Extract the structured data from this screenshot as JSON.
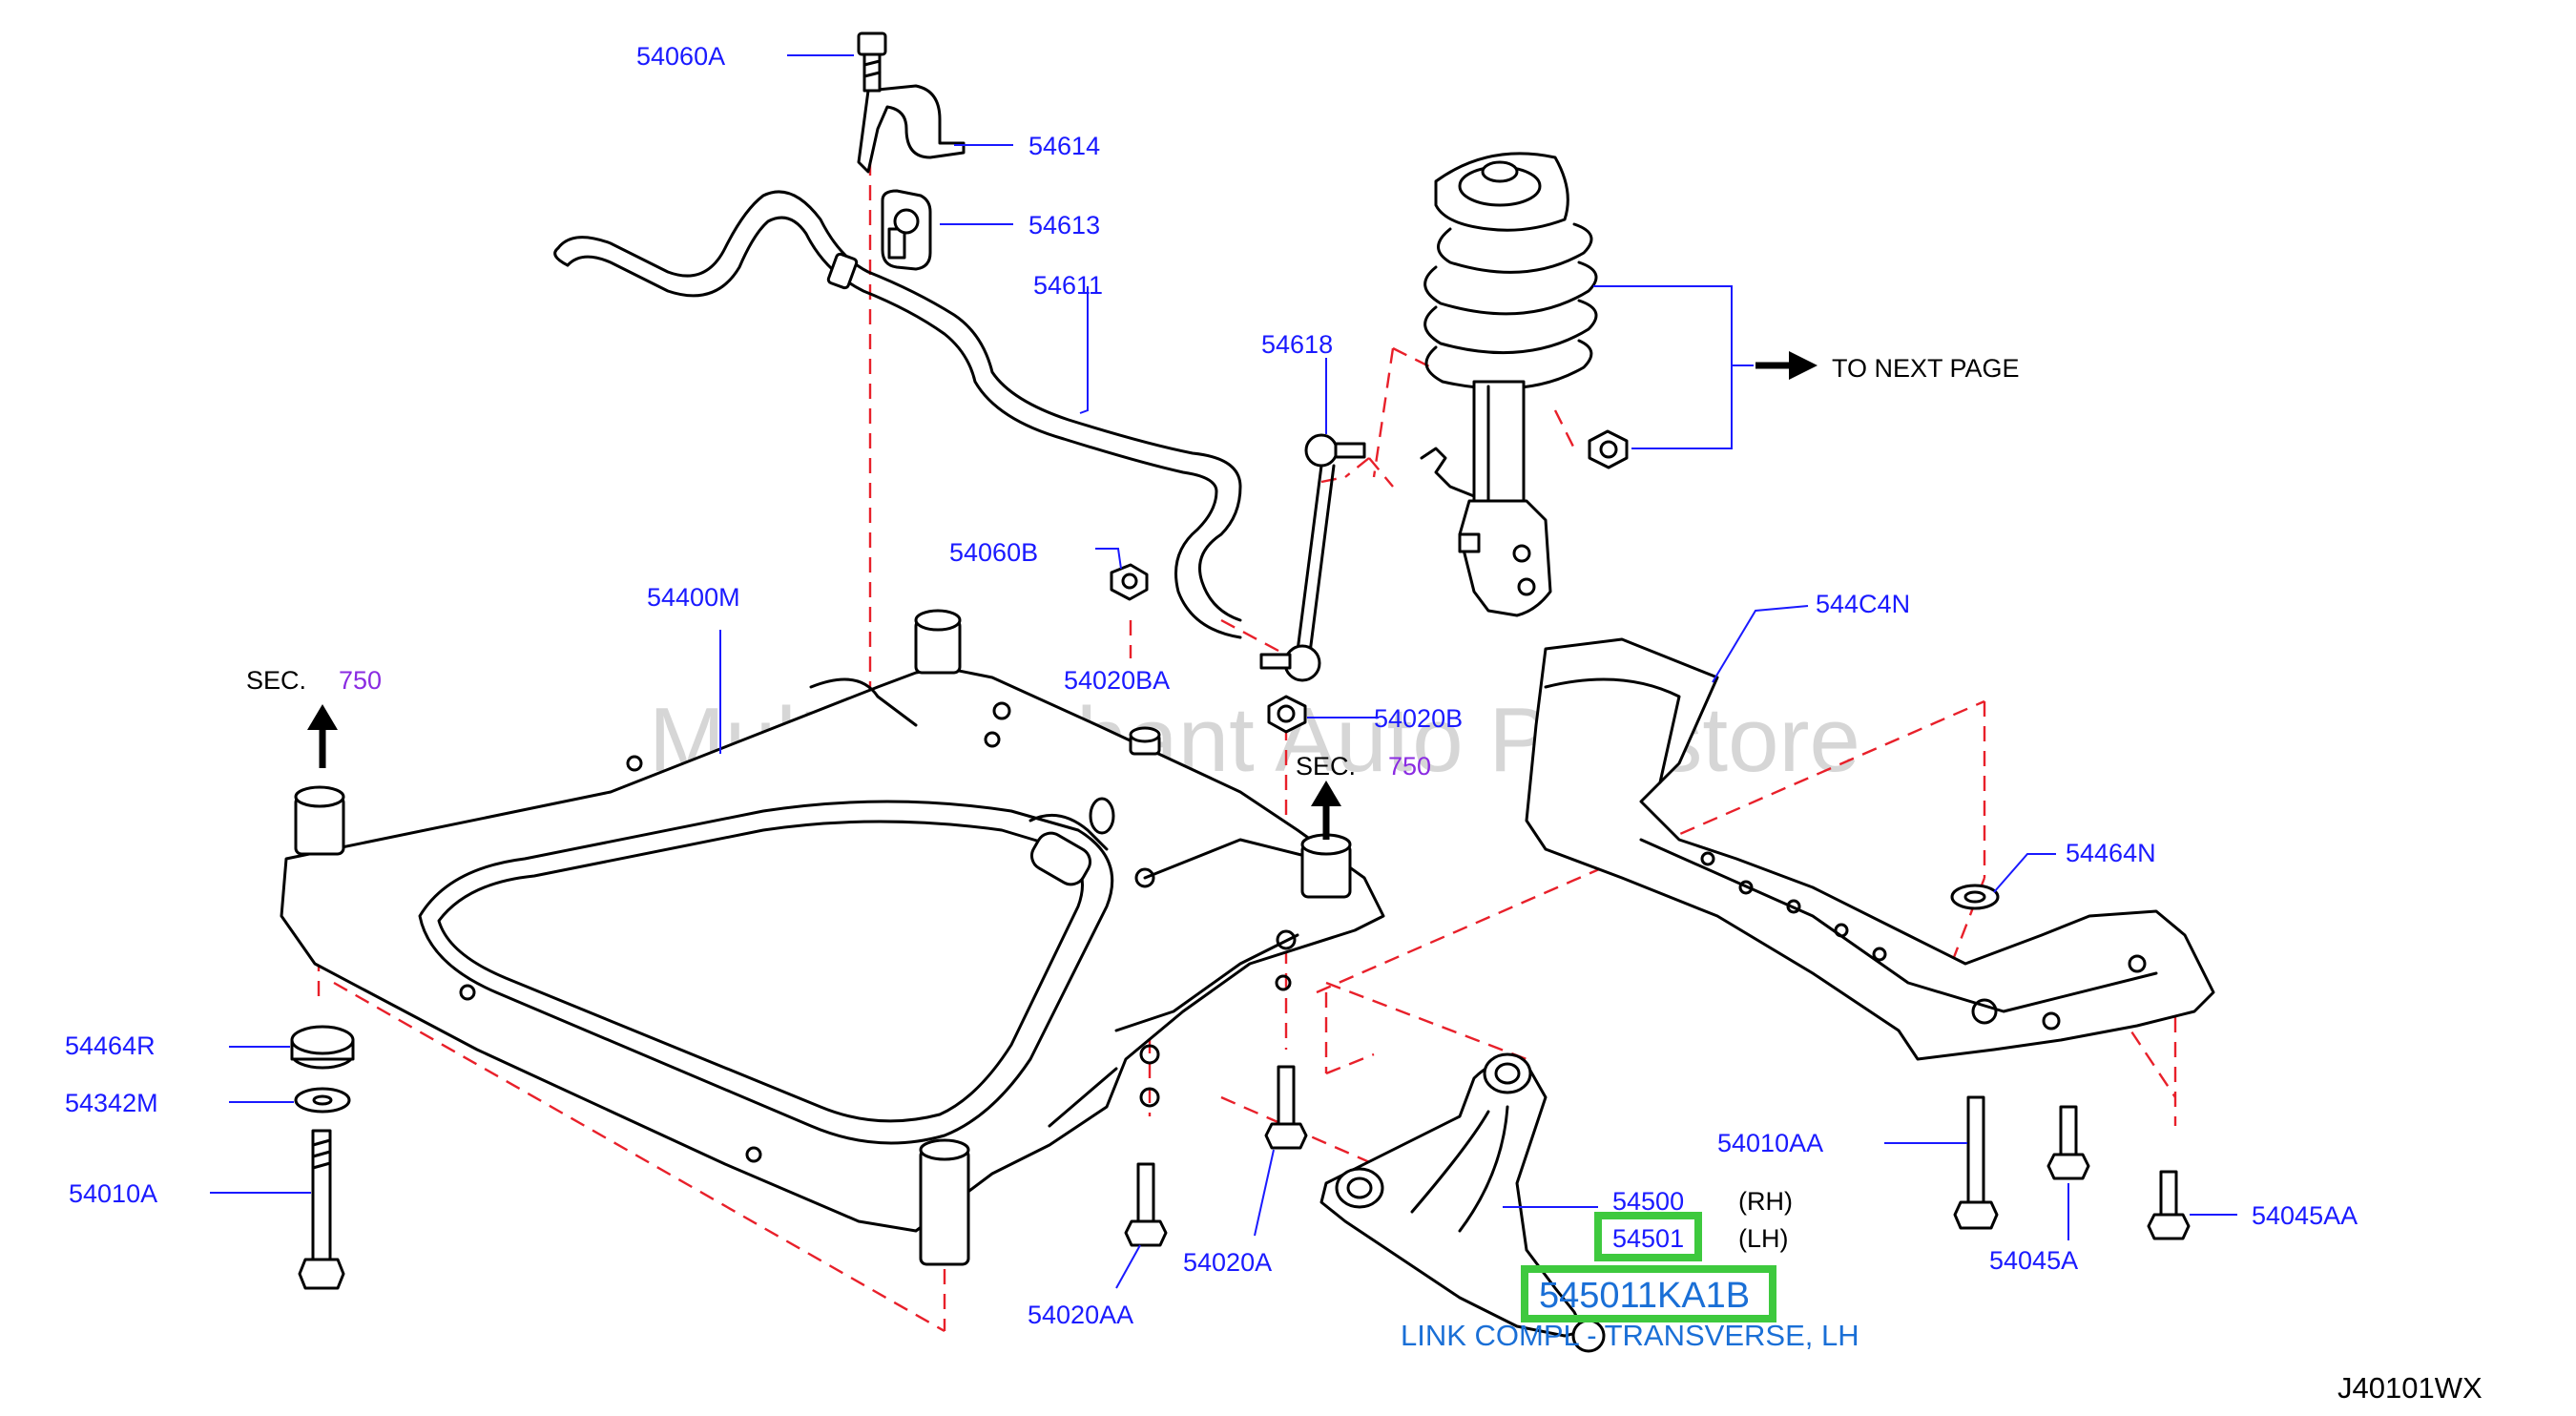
{
  "watermark": "Multi-Merchant Auto Partstore",
  "diagram_code": "J40101WX",
  "to_next_page": "TO  NEXT  PAGE",
  "highlight": {
    "part_number": "545011KA1B",
    "caption": "LINK COMPL - TRANSVERSE, LH"
  },
  "sections": [
    {
      "prefix": "SEC.",
      "number": "750"
    },
    {
      "prefix": "SEC.",
      "number": "750"
    }
  ],
  "labels": {
    "p54060A": "54060A",
    "p54614": "54614",
    "p54613": "54613",
    "p54611": "54611",
    "p54618": "54618",
    "p54060B": "54060B",
    "p54400M": "54400M",
    "p54020BA": "54020BA",
    "p54020B": "54020B",
    "p544C4N": "544C4N",
    "p54464N": "54464N",
    "p54464R": "54464R",
    "p54342M": "54342M",
    "p54010A": "54010A",
    "p54010AA": "54010AA",
    "p54045A": "54045A",
    "p54045AA": "54045AA",
    "p54020A": "54020A",
    "p54020AA": "54020AA",
    "p54500": "54500",
    "p54501": "54501",
    "rh": "(RH)",
    "lh": "(LH)"
  }
}
